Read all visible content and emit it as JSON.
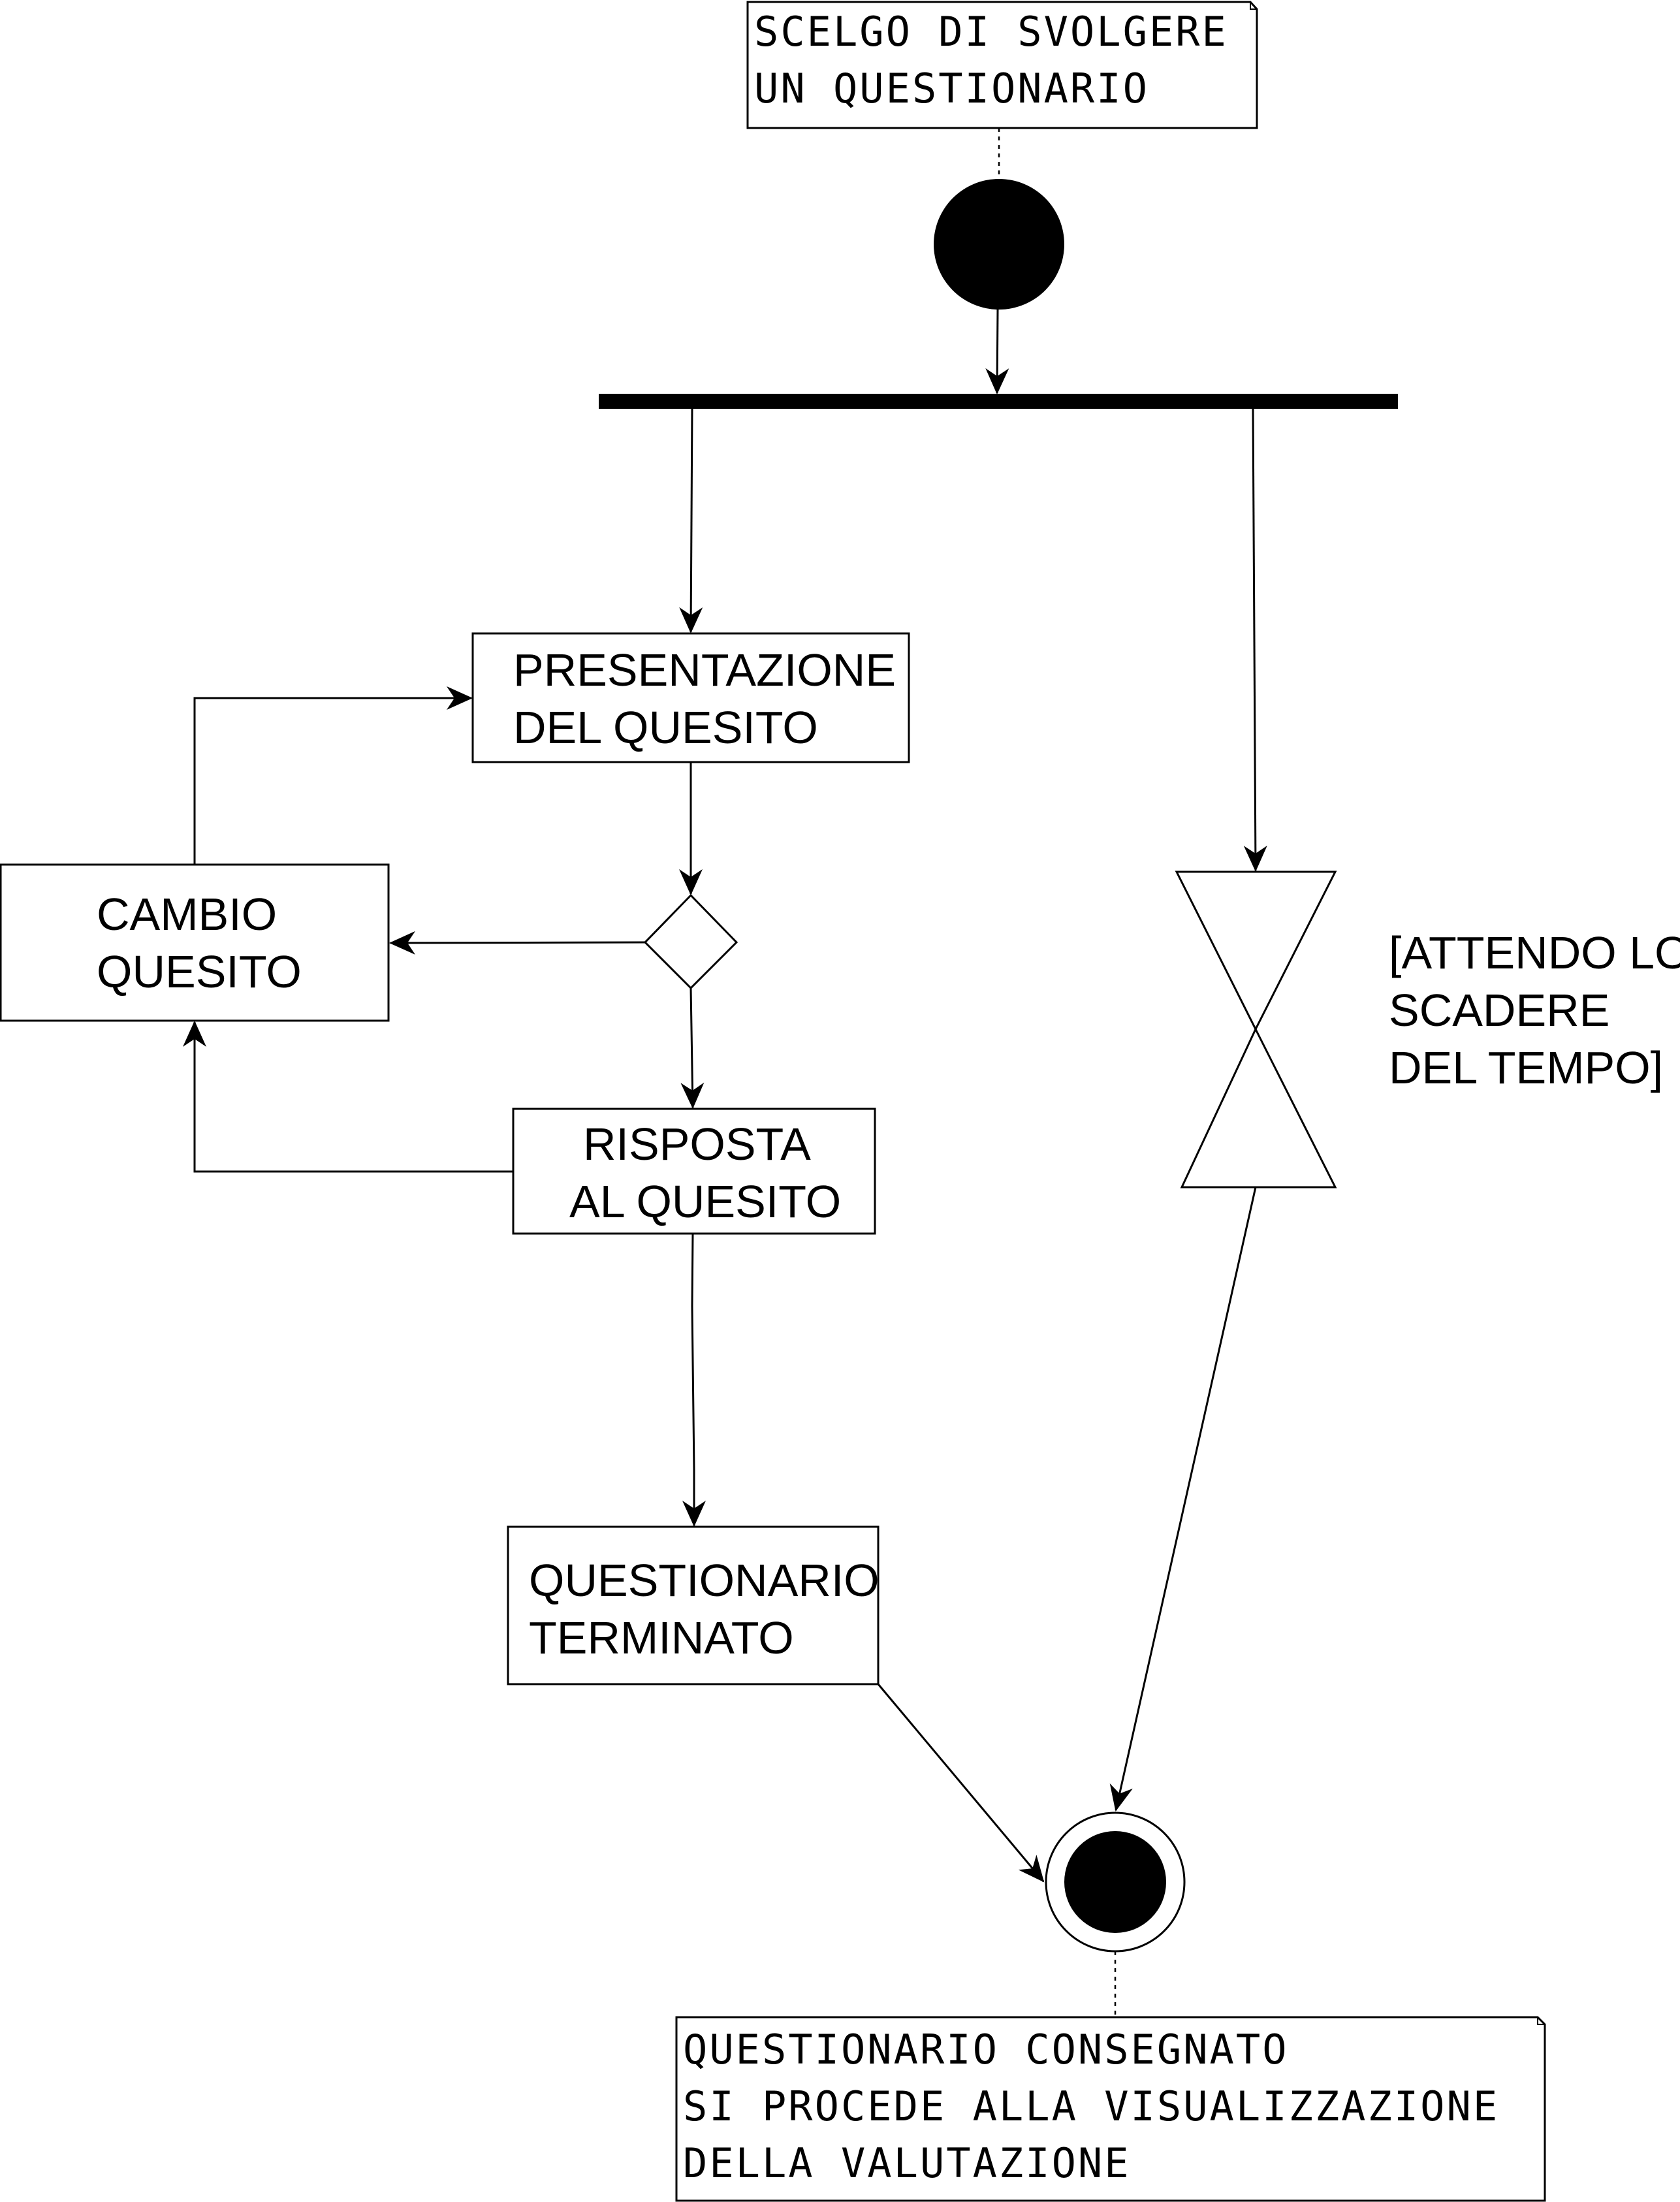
{
  "notes": {
    "start_line1": "SCELGO DI SVOLGERE",
    "start_line2": "UN QUESTIONARIO",
    "end_line1": "QUESTIONARIO CONSEGNATO",
    "end_line2": "SI PROCEDE ALLA VISUALIZZAZIONE",
    "end_line3": "DELLA VALUTAZIONE"
  },
  "activities": {
    "presentazione_line1": "PRESENTAZIONE",
    "presentazione_line2": "DEL QUESITO",
    "cambio_line1": "CAMBIO",
    "cambio_line2": "QUESITO",
    "risposta_line1": "RISPOSTA",
    "risposta_line2": "AL QUESITO",
    "terminato_line1": "QUESTIONARIO",
    "terminato_line2": "TERMINATO"
  },
  "guard": {
    "line1": "[ATTENDO LO",
    "line2": "SCADERE",
    "line3": "DEL TEMPO]"
  }
}
